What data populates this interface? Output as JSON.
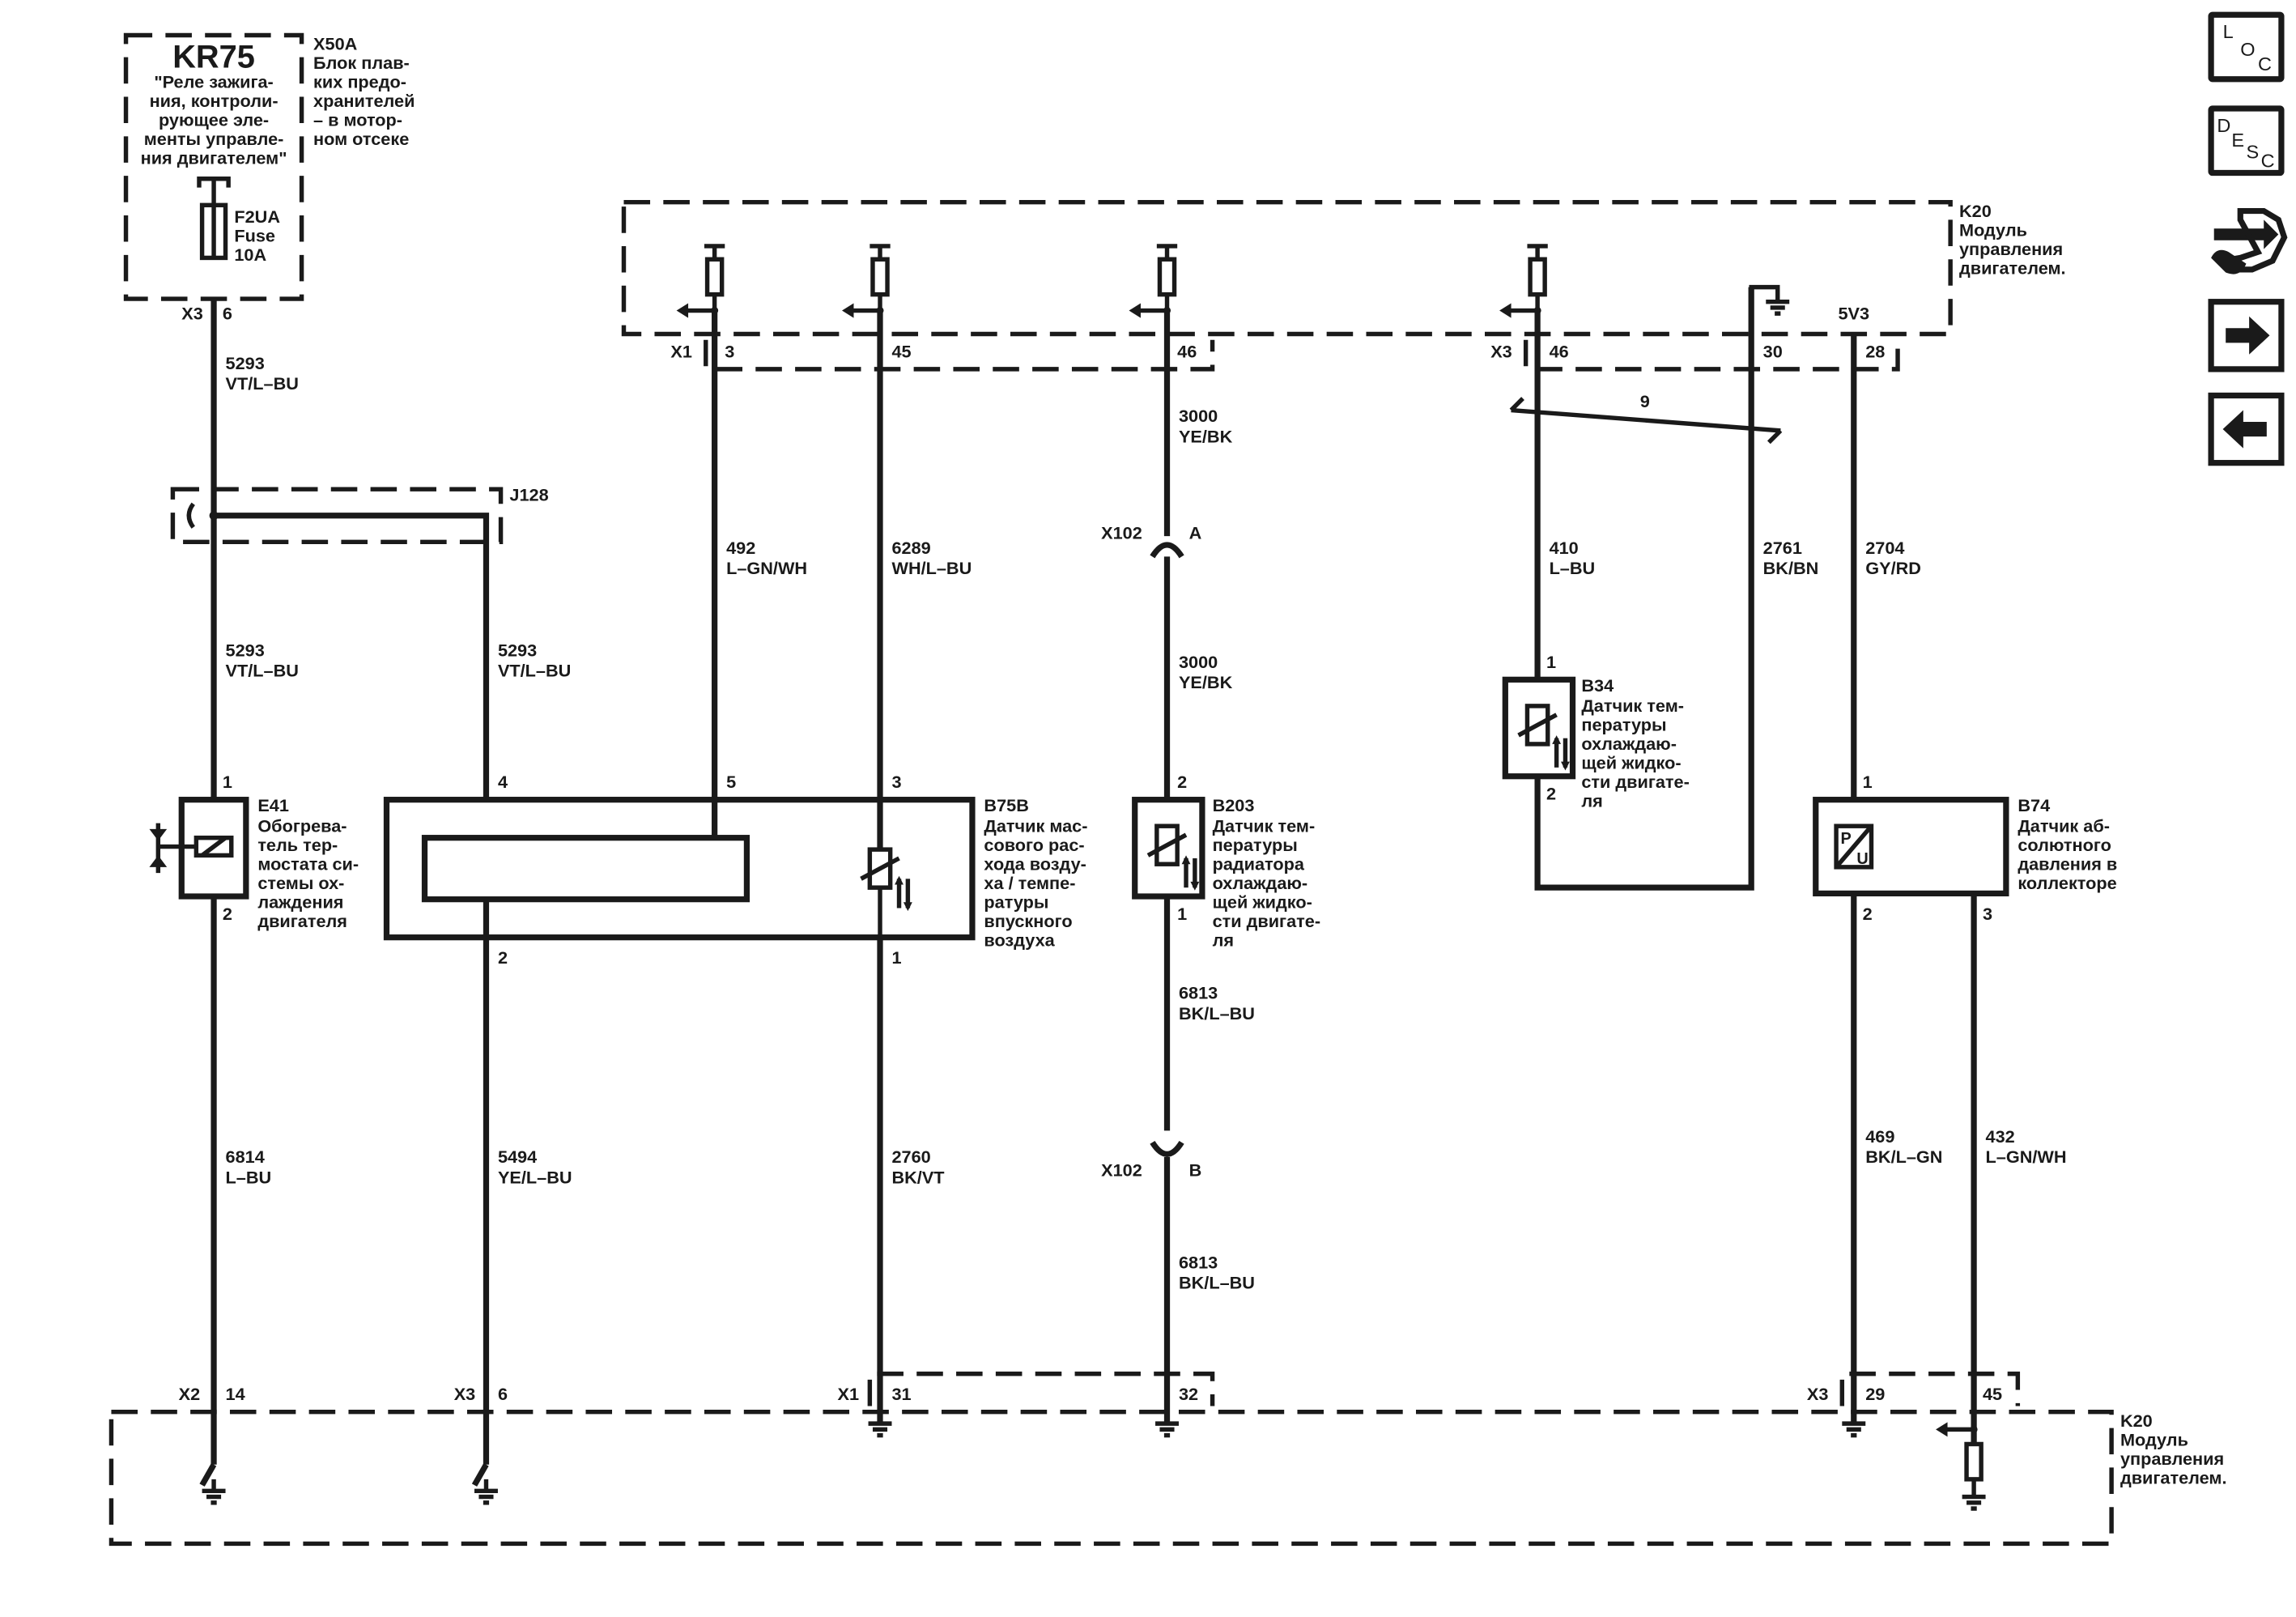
{
  "modules": {
    "fusebox": {
      "id": "X50A",
      "name_lines": [
        "Блок плав-",
        "ких предо-",
        "хранителей",
        "– в мотор-",
        "ном отсеке"
      ],
      "relay_id": "KR75",
      "relay_lines": [
        "\"Реле зажига-",
        "ния, контроли-",
        "рующее эле-",
        "менты управле-",
        "ния двигателем\""
      ],
      "fuse_lines": [
        "F2UA",
        "Fuse",
        "10A"
      ],
      "connector": "X3",
      "pin": "6"
    },
    "ecm_top": {
      "id": "K20",
      "name_lines": [
        "Модуль",
        "управления",
        "двигателем."
      ]
    },
    "ecm_bottom": {
      "id": "K20",
      "name_lines": [
        "Модуль",
        "управления",
        "двигателем."
      ]
    },
    "splice": {
      "id": "J128"
    }
  },
  "connectors": {
    "top_x1": {
      "label": "X1",
      "pins": [
        "3",
        "45",
        "46"
      ]
    },
    "top_x3": {
      "label": "X3",
      "pins": [
        "46",
        "30",
        "28"
      ]
    },
    "ref_5v": "5V3",
    "inline_x102": {
      "label": "X102",
      "pin_a": "A",
      "pin_b": "B"
    },
    "bottom": [
      {
        "label": "X2",
        "pin": "14"
      },
      {
        "label": "X3",
        "pin": "6"
      },
      {
        "label": "X1",
        "pin": "31"
      },
      {
        "pin": "32"
      },
      {
        "label": "X3",
        "pin": "29"
      },
      {
        "pin": "45"
      }
    ]
  },
  "twisted_pair": "9",
  "wires": {
    "w5293_top": {
      "circuit": "5293",
      "color": "VT/L–BU"
    },
    "w5293_left": {
      "circuit": "5293",
      "color": "VT/L–BU"
    },
    "w5293_right": {
      "circuit": "5293",
      "color": "VT/L–BU"
    },
    "w492": {
      "circuit": "492",
      "color": "L–GN/WH"
    },
    "w6289": {
      "circuit": "6289",
      "color": "WH/L–BU"
    },
    "w3000_top": {
      "circuit": "3000",
      "color": "YE/BK"
    },
    "w3000_mid": {
      "circuit": "3000",
      "color": "YE/BK"
    },
    "w410": {
      "circuit": "410",
      "color": "L–BU"
    },
    "w2761": {
      "circuit": "2761",
      "color": "BK/BN"
    },
    "w2704": {
      "circuit": "2704",
      "color": "GY/RD"
    },
    "w6814": {
      "circuit": "6814",
      "color": "L–BU"
    },
    "w5494": {
      "circuit": "5494",
      "color": "YE/L–BU"
    },
    "w2760": {
      "circuit": "2760",
      "color": "BK/VT"
    },
    "w6813_mid": {
      "circuit": "6813",
      "color": "BK/L–BU"
    },
    "w6813_bot": {
      "circuit": "6813",
      "color": "BK/L–BU"
    },
    "w469": {
      "circuit": "469",
      "color": "BK/L–GN"
    },
    "w432": {
      "circuit": "432",
      "color": "L–GN/WH"
    }
  },
  "components": {
    "e41": {
      "id": "E41",
      "lines": [
        "Обогрева-",
        "тель тер-",
        "мостата си-",
        "стемы ох-",
        "лаждения",
        "двигателя"
      ],
      "pin_top": "1",
      "pin_bottom": "2"
    },
    "b75b": {
      "id": "B75B",
      "lines": [
        "Датчик мас-",
        "сового рас-",
        "хода возду-",
        "ха / темпе-",
        "ратуры",
        "впускного",
        "воздуха"
      ],
      "pin4": "4",
      "pin5": "5",
      "pin3": "3",
      "pin2": "2",
      "pin1": "1"
    },
    "b203": {
      "id": "B203",
      "lines": [
        "Датчик тем-",
        "пературы",
        "радиатора",
        "охлаждаю-",
        "щей жидко-",
        "сти двигате-",
        "ля"
      ],
      "pin_top": "2",
      "pin_bottom": "1"
    },
    "b34": {
      "id": "B34",
      "lines": [
        "Датчик тем-",
        "пературы",
        "охлаждаю-",
        "щей жидко-",
        "сти двигате-",
        "ля"
      ],
      "pin_top": "1",
      "pin_bottom": "2"
    },
    "b74": {
      "id": "B74",
      "lines": [
        "Датчик аб-",
        "солютного",
        "давления в",
        "коллекторе"
      ],
      "pin_top": "1",
      "pin2": "2",
      "pin3": "3",
      "symbol_p": "P",
      "symbol_u": "U"
    }
  },
  "side_nav": {
    "loc": {
      "l1": "L",
      "l2": "O",
      "l3": "C"
    },
    "desc": {
      "l1": "D",
      "l2": "E",
      "l3": "S",
      "l4": "C"
    }
  }
}
